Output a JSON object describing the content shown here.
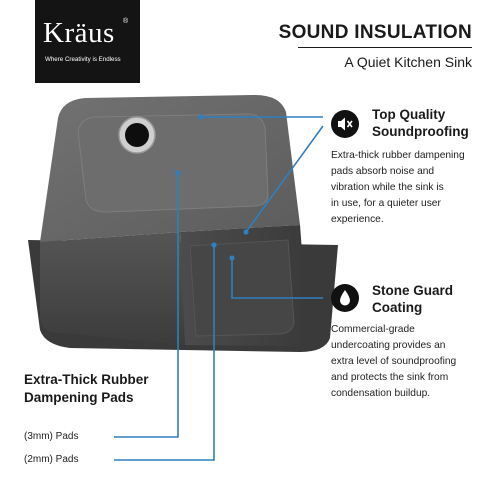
{
  "brand": {
    "name": "Kräus",
    "reg_mark": "®",
    "tagline": "Where Creativity is Endless"
  },
  "header": {
    "title": "SOUND INSULATION",
    "subtitle": "A Quiet Kitchen Sink"
  },
  "features": [
    {
      "icon": "muted-speaker-icon",
      "title_line1": "Top Quality",
      "title_line2": "Soundproofing",
      "desc_lines": [
        "Extra-thick rubber dampening",
        "pads absorb noise and",
        "vibration while the sink is",
        "in use, for a quieter user",
        "experience."
      ]
    },
    {
      "icon": "water-drop-icon",
      "title_line1": "Stone Guard",
      "title_line2": "Coating",
      "desc_lines": [
        "Commercial-grade",
        "undercoating provides an",
        "extra level of soundproofing",
        "and protects the sink from",
        "condensation buildup."
      ]
    }
  ],
  "pads": {
    "title_line1": "Extra-Thick Rubber",
    "title_line2": "Dampening Pads",
    "labels": [
      "(3mm) Pads",
      "(2mm) Pads"
    ]
  },
  "colors": {
    "accent": "#2f7fc1",
    "sink_dark": "#4a4a4a",
    "sink_light": "#6a6a6a"
  }
}
